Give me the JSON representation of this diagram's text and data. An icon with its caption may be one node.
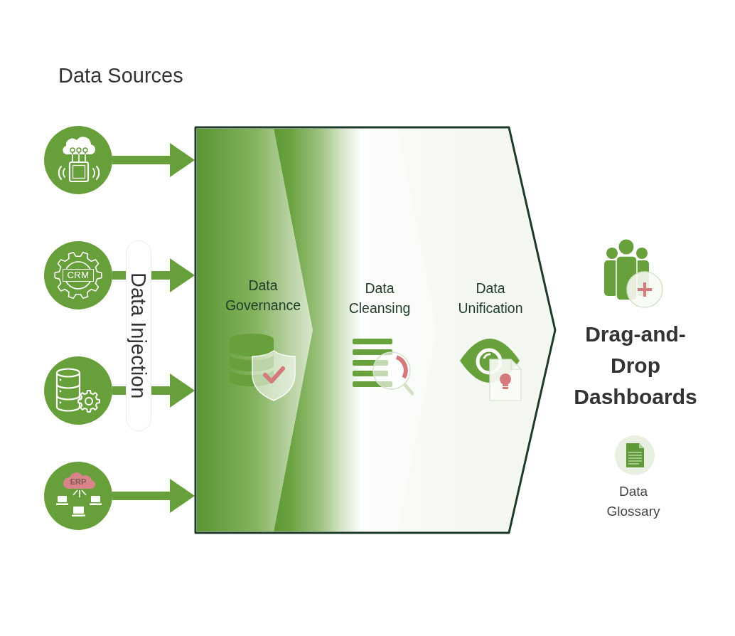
{
  "diagram": {
    "nodes": [
      {
        "text": [],
        "shape": "circle"
      },
      {
        "text": [
          "CRM"
        ]
      },
      {
        "text": [],
        "shape": "circle"
      },
      {
        "text": [
          "ERP"
        ]
      },
      {
        "text": [
          "Data Injection"
        ]
      },
      {
        "text": [],
        "shape": "chevron"
      },
      {
        "text": [
          "Data Governance"
        ],
        "in": 5
      },
      {
        "text": [
          "Data Cleansing"
        ],
        "in": 5
      },
      {
        "text": [
          "Data Unification"
        ],
        "in": 5
      }
    ],
    "edges": [
      {
        "from": 0,
        "to": 5,
        "arrow": "to"
      },
      {
        "from": 1,
        "to": 5,
        "arrow": "to"
      },
      {
        "from": 2,
        "to": 5,
        "arrow": "to"
      },
      {
        "from": 3,
        "to": 5,
        "arrow": "to"
      }
    ],
    "labels": [
      "Data Sources",
      "Drag-and-Drop Dashboards",
      "Data Glossary"
    ]
  }
}
